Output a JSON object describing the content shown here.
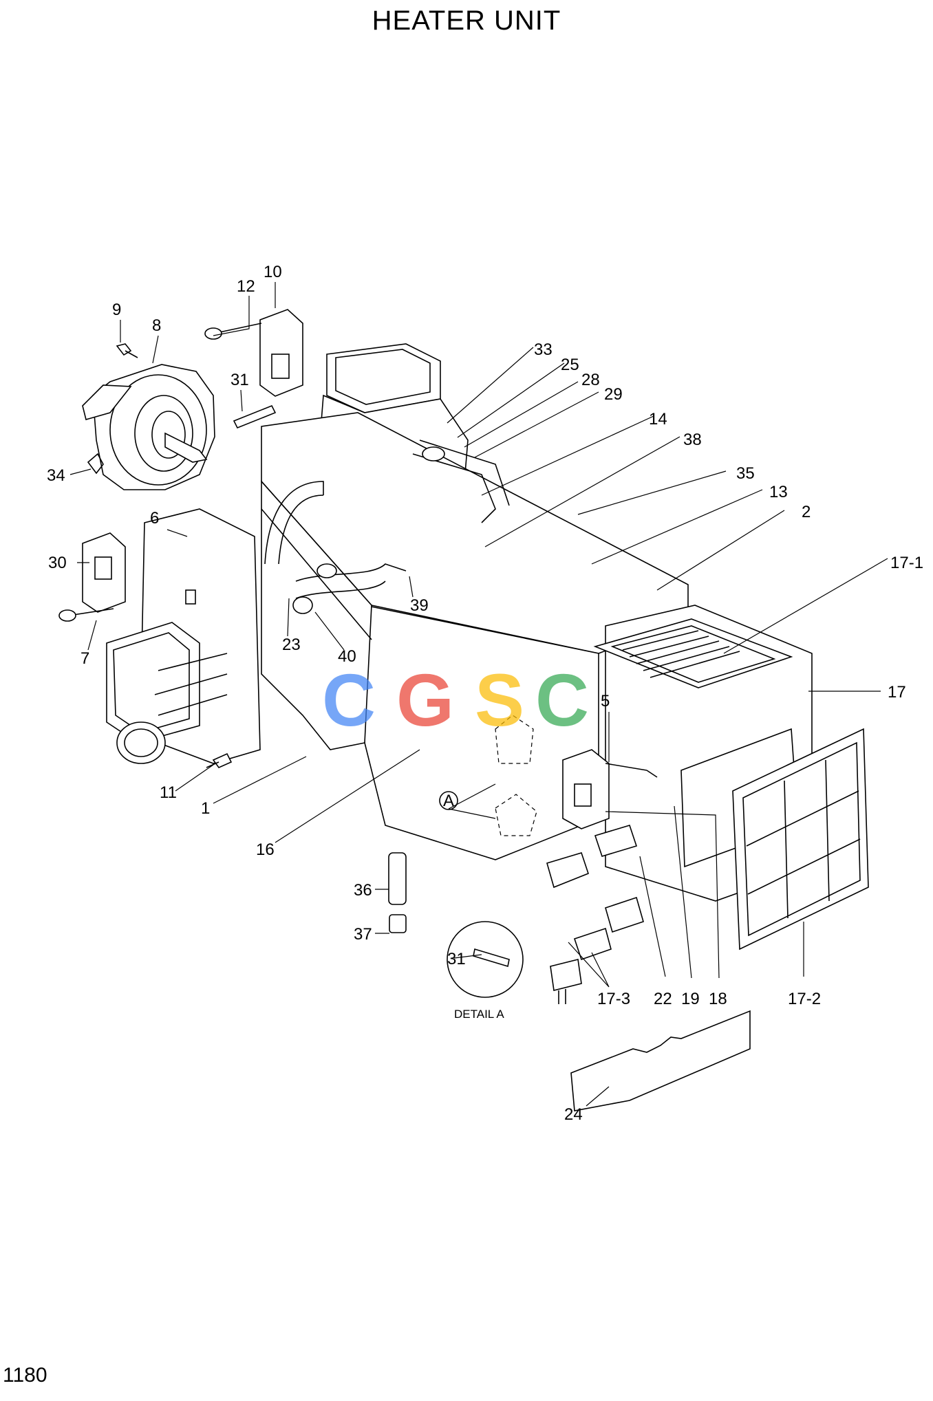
{
  "title": "HEATER UNIT",
  "page_number": "1180",
  "watermark": {
    "letters": [
      "C",
      "G",
      "S",
      "C"
    ],
    "colors": [
      "#4285F4",
      "#EA4335",
      "#FBBC05",
      "#34A853"
    ]
  },
  "detail": {
    "marker": "A",
    "caption": "DETAIL A",
    "part": "31"
  },
  "callouts": {
    "p1": "1",
    "p2": "2",
    "p5": "5",
    "p6": "6",
    "p7": "7",
    "p8": "8",
    "p9": "9",
    "p10": "10",
    "p11": "11",
    "p12": "12",
    "p13": "13",
    "p14": "14",
    "p16": "16",
    "p17": "17",
    "p17_1": "17-1",
    "p17_2": "17-2",
    "p17_3": "17-3",
    "p18": "18",
    "p19": "19",
    "p22": "22",
    "p23": "23",
    "p24": "24",
    "p25": "25",
    "p28": "28",
    "p29": "29",
    "p30": "30",
    "p31": "31",
    "p33": "33",
    "p34": "34",
    "p35": "35",
    "p36": "36",
    "p37": "37",
    "p38": "38",
    "p39": "39",
    "p40": "40"
  }
}
